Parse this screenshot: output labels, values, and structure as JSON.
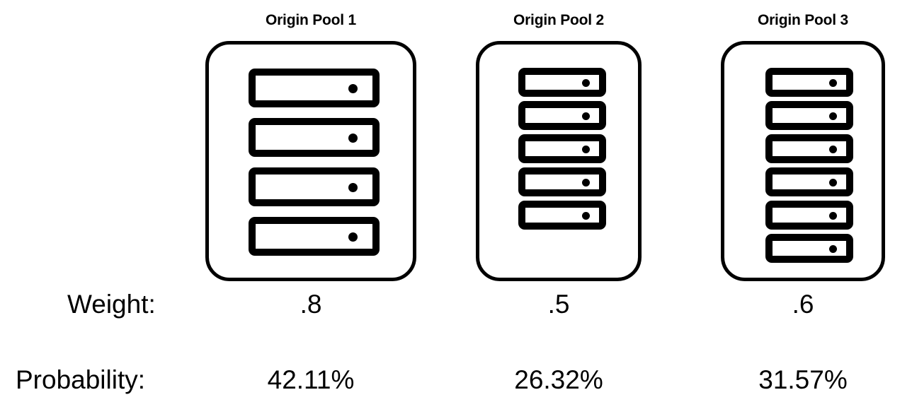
{
  "diagram": {
    "title_row": {
      "pools": [
        {
          "name": "Origin Pool 1",
          "servers": 4
        },
        {
          "name": "Origin Pool 2",
          "servers": 5
        },
        {
          "name": "Origin Pool 3",
          "servers": 6
        }
      ]
    },
    "rows": [
      {
        "label": "Weight:",
        "values": [
          ".8",
          ".5",
          ".6"
        ]
      },
      {
        "label": "Probability:",
        "values": [
          "42.11%",
          "26.32%",
          "31.57%"
        ]
      }
    ],
    "colors": {
      "stroke": "#000000",
      "background": "#ffffff",
      "text": "#000000"
    }
  },
  "chart_data": {
    "type": "table",
    "title": "",
    "categories": [
      "Origin Pool 1",
      "Origin Pool 2",
      "Origin Pool 3"
    ],
    "series": [
      {
        "name": "Weight",
        "values": [
          0.8,
          0.5,
          0.6
        ]
      },
      {
        "name": "Probability",
        "values": [
          42.11,
          26.32,
          31.57
        ]
      },
      {
        "name": "Servers",
        "values": [
          4,
          5,
          6
        ]
      }
    ],
    "ylabel": "",
    "xlabel": ""
  }
}
